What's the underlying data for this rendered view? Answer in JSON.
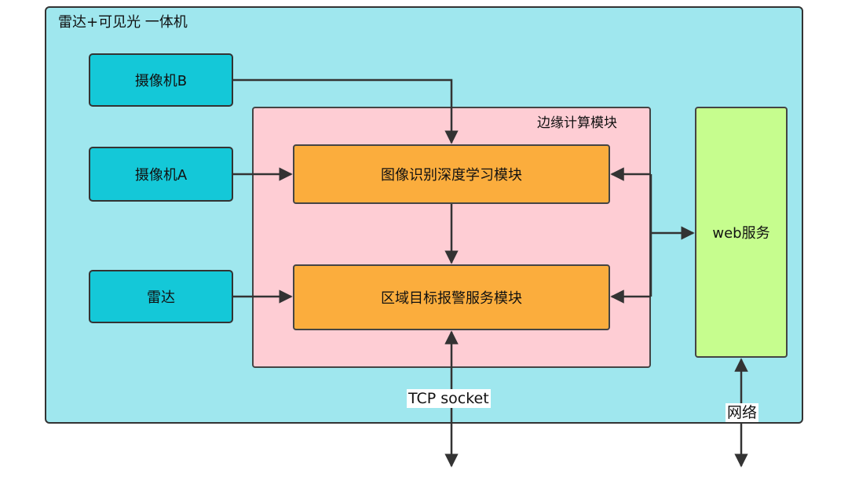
{
  "diagram": {
    "outer_title": "雷达+可见光 一体机",
    "edge_title": "边缘计算模块",
    "camera_b": "摄像机B",
    "camera_a": "摄像机A",
    "radar": "雷达",
    "recognition_module": "图像识别深度学习模块",
    "alarm_module": "区域目标报警服务模块",
    "web_service": "web服务",
    "tcp_label": "TCP socket",
    "network_label": "网络"
  },
  "colors": {
    "outer_fill": "#9fe7ee",
    "edge_fill": "#fecdd4",
    "camera_fill": "#14c8d8",
    "module_fill": "#fbad3d",
    "web_fill": "#c6fd8e",
    "arrow": "#333333"
  }
}
